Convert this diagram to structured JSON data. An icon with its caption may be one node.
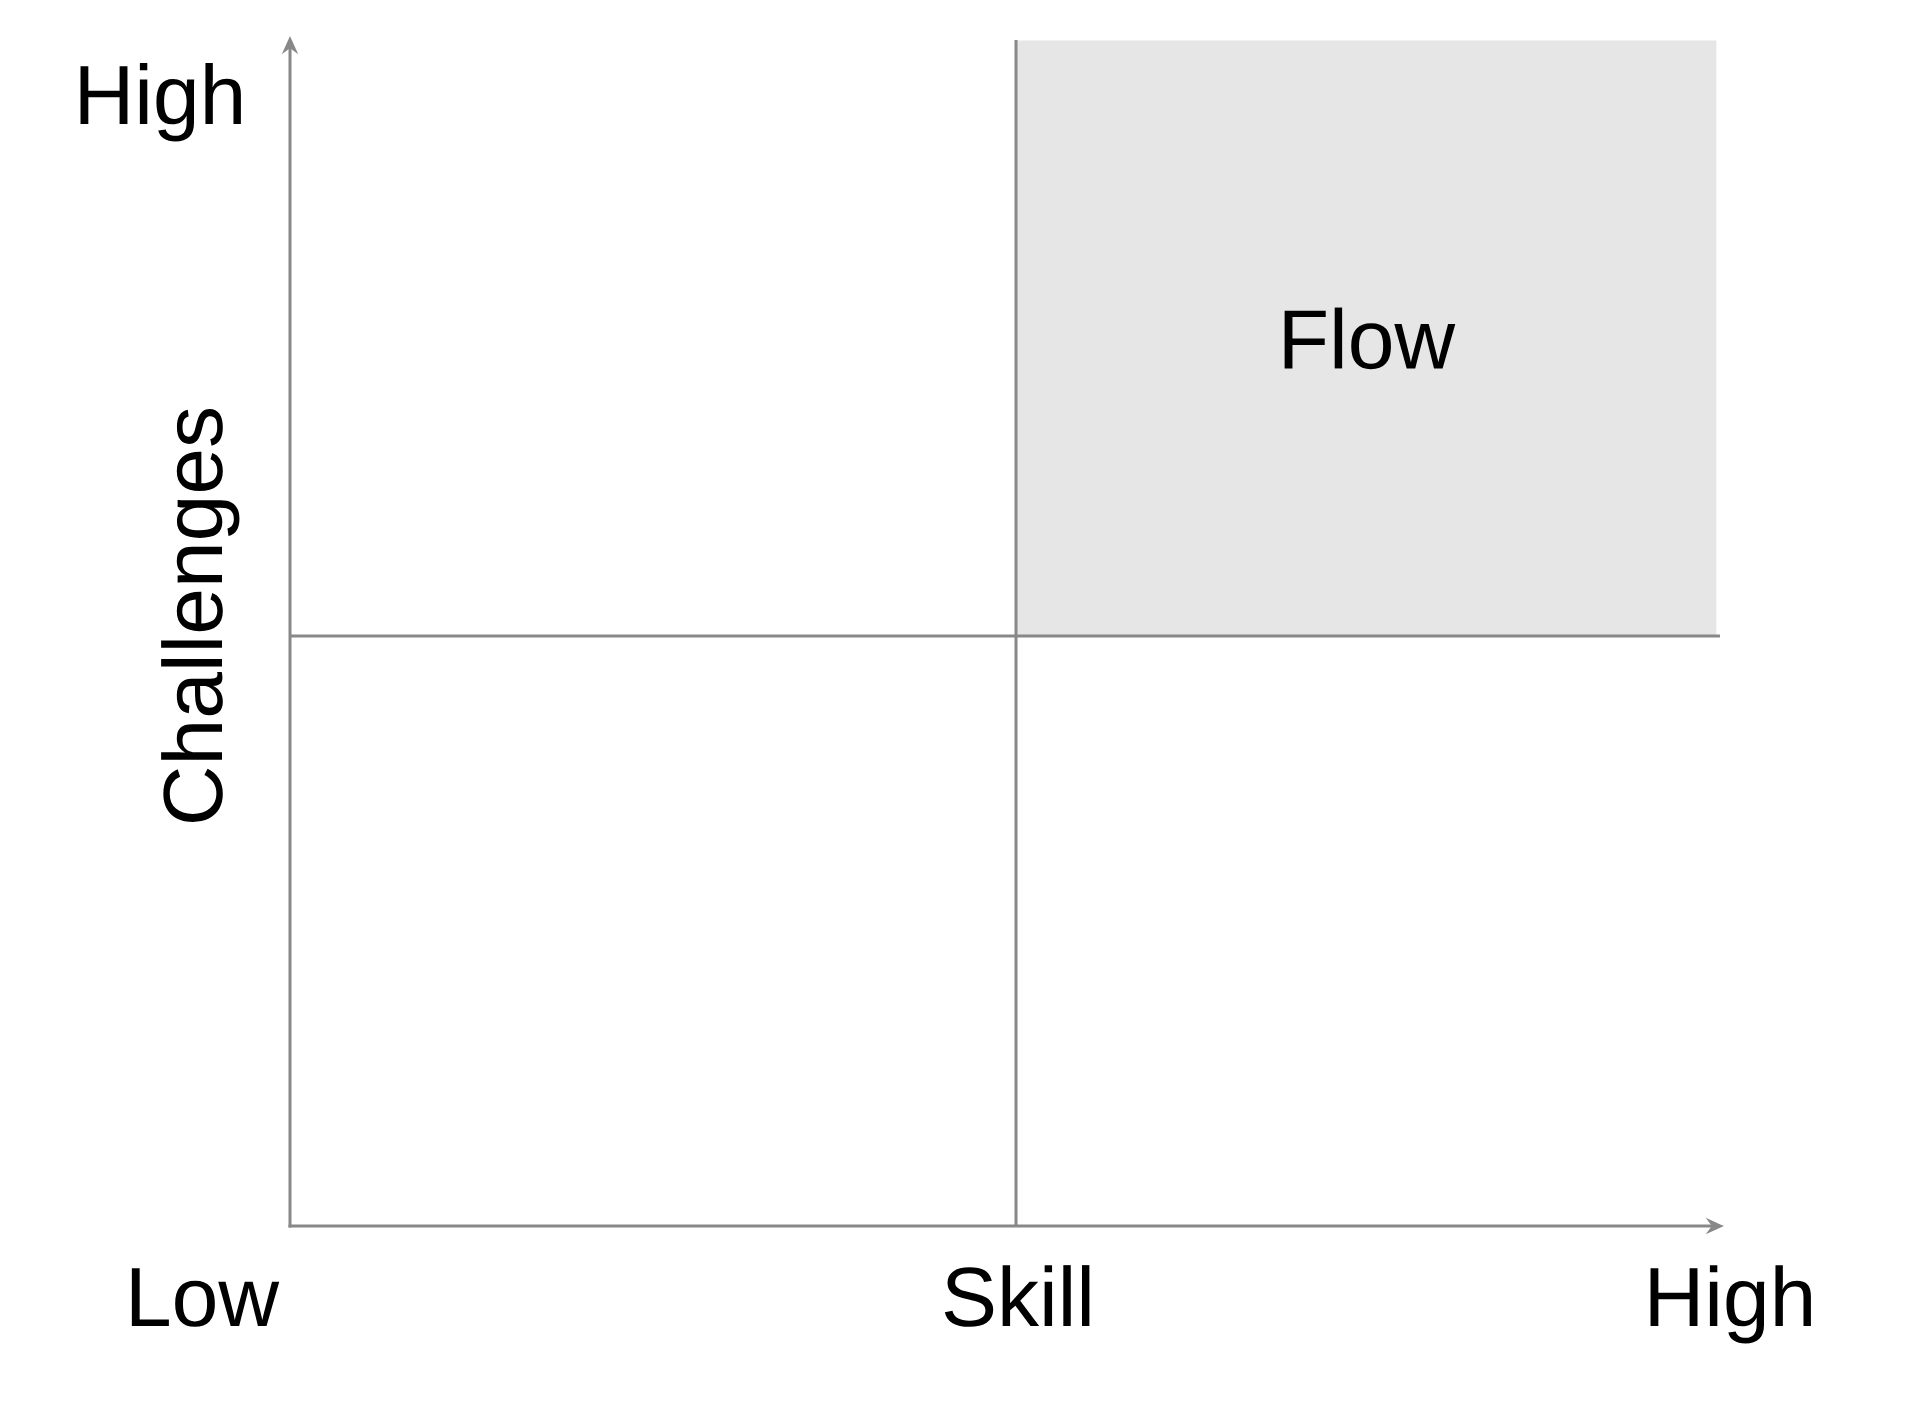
{
  "diagram": {
    "nodes": [
      {
        "text": [
          "Flow"
        ]
      }
    ],
    "labels": [
      "High",
      "Challenges",
      "Low",
      "Skill",
      "High"
    ]
  }
}
